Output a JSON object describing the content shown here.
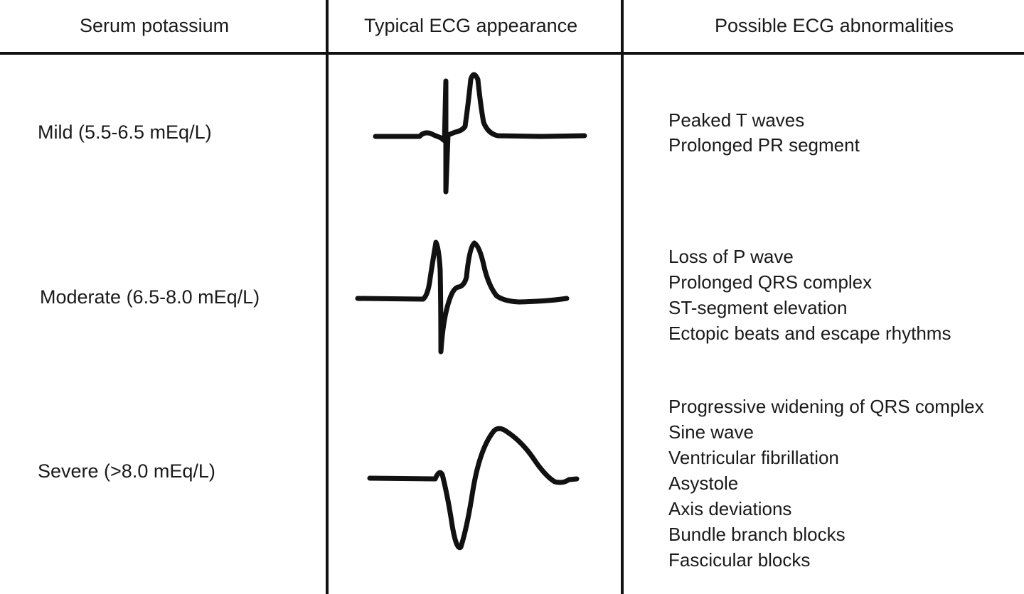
{
  "table": {
    "headers": {
      "col1": "Serum potassium",
      "col2": "Typical ECG appearance",
      "col3": "Possible ECG abnormalities"
    },
    "rows": [
      {
        "level": "Mild (5.5-6.5 mEq/L)",
        "abnormalities": [
          "Peaked T waves",
          "Prolonged PR segment"
        ]
      },
      {
        "level": "Moderate (6.5-8.0 mEq/L)",
        "abnormalities": [
          "Loss of P wave",
          "Prolonged QRS complex",
          "ST-segment elevation",
          "Ectopic beats and escape rhythms"
        ]
      },
      {
        "level": "Severe (>8.0 mEq/L)",
        "abnormalities": [
          "Progressive widening of QRS complex",
          "Sine wave",
          "Ventricular fibrillation",
          "Asystole",
          "Axis deviations",
          "Bundle branch blocks",
          "Fascicular blocks"
        ]
      }
    ]
  }
}
